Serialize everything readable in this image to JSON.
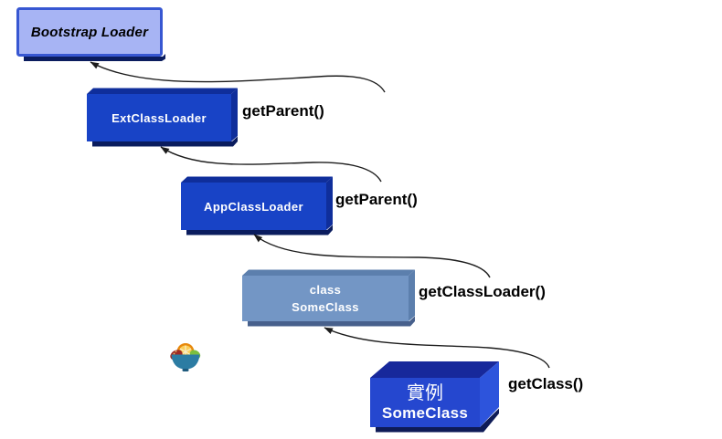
{
  "diagram": {
    "boxes": {
      "bootstrap": {
        "label": "Bootstrap Loader"
      },
      "ext": {
        "label": "ExtClassLoader"
      },
      "app": {
        "label": "AppClassLoader"
      },
      "someclass": {
        "line1": "class",
        "line2": "SomeClass"
      },
      "instance": {
        "line1": "實例",
        "line2": "SomeClass"
      }
    },
    "method_labels": {
      "get_parent_1": "getParent()",
      "get_parent_2": "getParent()",
      "get_class_loader": "getClassLoader()",
      "get_class": "getClass()"
    },
    "icons": {
      "fruit_bowl": "fruit-bowl-icon"
    },
    "colors": {
      "background": "#ffffff",
      "arrow": "#1c1c1c",
      "text_dark": "#000000",
      "text_light": "#ffffff",
      "bootstrap_fill": "#a7b4f4",
      "bootstrap_border": "#3757d2",
      "box_blue_front": "#1843c6",
      "box_blue_bevel": "#0f2e9b",
      "box_blue_shadow": "#0a1c5e",
      "steel_front": "#7396c5",
      "steel_bevel": "#5c7fad",
      "steel_shadow": "#47608c",
      "cube_front": "#2547cf",
      "cube_top": "#17289b",
      "cube_right": "#2d54dc",
      "cube_shadow": "#0e1b57",
      "bowl": "#2c7ca3",
      "bowl_dark": "#1e5a7d",
      "orange_rind": "#e8890c",
      "orange_flesh": "#fcce58",
      "orange_pith": "#f7ecc9",
      "berry_red": "#9e2b25",
      "berry_dots": "#e9c468",
      "leaf_green": "#7cbf3f"
    }
  }
}
